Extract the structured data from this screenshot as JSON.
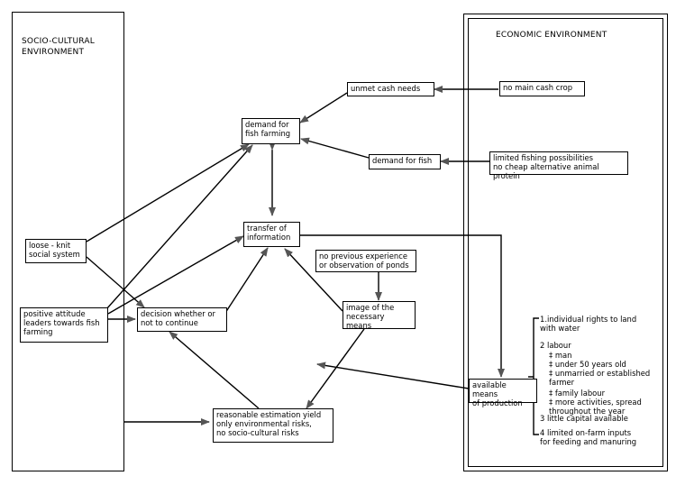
{
  "panels": {
    "socio_title": "SOCIO-CULTURAL\nENVIRONMENT",
    "economic_title": "ECONOMIC ENVIRONMENT"
  },
  "nodes": {
    "unmet_cash": "unmet cash needs",
    "no_cash_crop": "no main cash crop",
    "demand_fish_farming": "demand for\nfish farming",
    "demand_fish": "demand for fish",
    "limited_fishing": "limited fishing possibilities\nno cheap alternative animal protein",
    "loose_knit": "loose - knit\nsocial system",
    "transfer_info": "transfer of\ninformation",
    "no_experience": "no previous experience\nor observation of ponds",
    "positive_attitude": "positive attitude\nleaders towards fish\nfarming",
    "decision": "decision whether or\nnot to continue",
    "image_means": "image of the\nnecessary means",
    "available_means": "available means\nof production",
    "estimation": "reasonable estimation yield\nonly environmental risks,\nno socio-cultural risks"
  },
  "means_list": {
    "item1": "1.individual rights to land\n   with water",
    "item2": "2 labour",
    "item2a": "‡  man",
    "item2b": "‡  under 50 years old",
    "item2c": "‡  unmarried or established\n    farmer",
    "item2d": "‡  family labour",
    "item2e": "‡  more activities, spread\n    throughout the year",
    "item3": "3   little capital available",
    "item4": "4     limited on-farm inputs\n   for feeding and manuring"
  }
}
